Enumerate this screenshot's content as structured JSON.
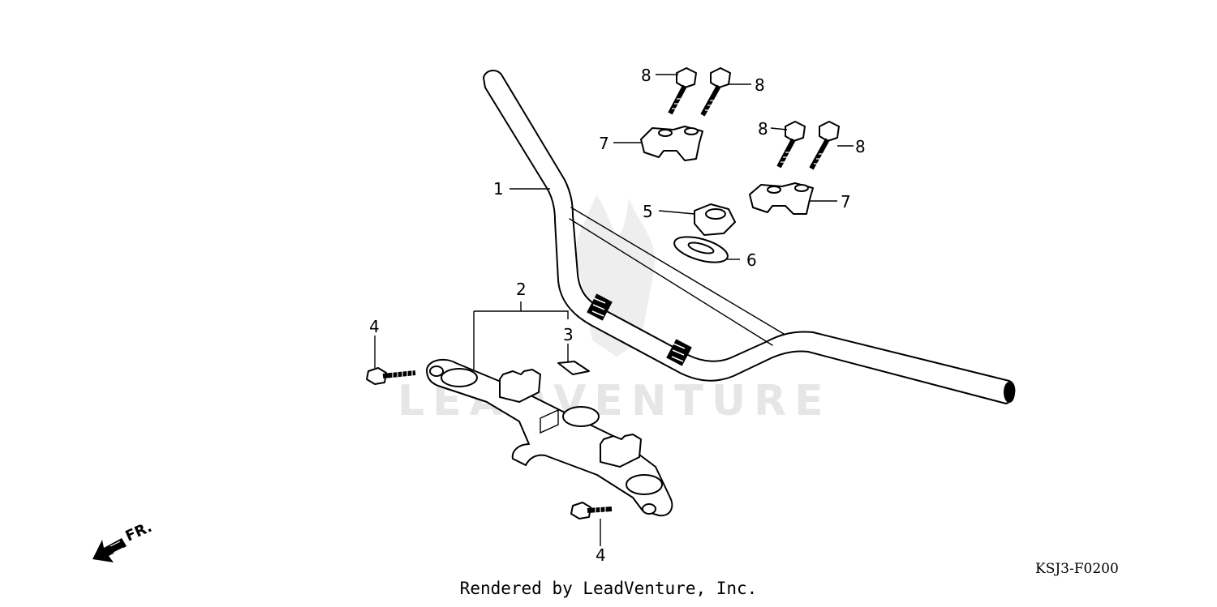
{
  "diagram": {
    "watermark_text": "LEADVENTURE",
    "direction_label": "FR.",
    "callouts": {
      "c1": "1",
      "c2": "2",
      "c3": "3",
      "c4a": "4",
      "c4b": "4",
      "c5": "5",
      "c6": "6",
      "c7a": "7",
      "c7b": "7",
      "c8a": "8",
      "c8b": "8",
      "c8c": "8",
      "c8d": "8"
    },
    "figure_code": "KSJ3-F0200",
    "credit": "Rendered by LeadVenture, Inc."
  }
}
